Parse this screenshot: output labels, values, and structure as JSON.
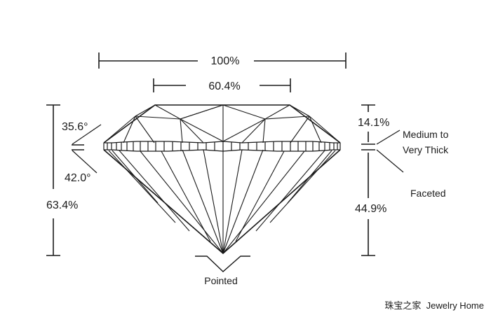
{
  "diagram": {
    "measurements": {
      "total_width": "100%",
      "table_width": "60.4%",
      "crown_angle": "35.6°",
      "pavilion_angle": "42.0°",
      "total_depth": "63.4%",
      "crown_height": "14.1%",
      "pavilion_depth": "44.9%"
    },
    "girdle": {
      "thickness_line1": "Medium to",
      "thickness_line2": "Very Thick",
      "finish": "Faceted"
    },
    "culet": "Pointed"
  },
  "watermark": "珠宝之家  Jewelry Home"
}
